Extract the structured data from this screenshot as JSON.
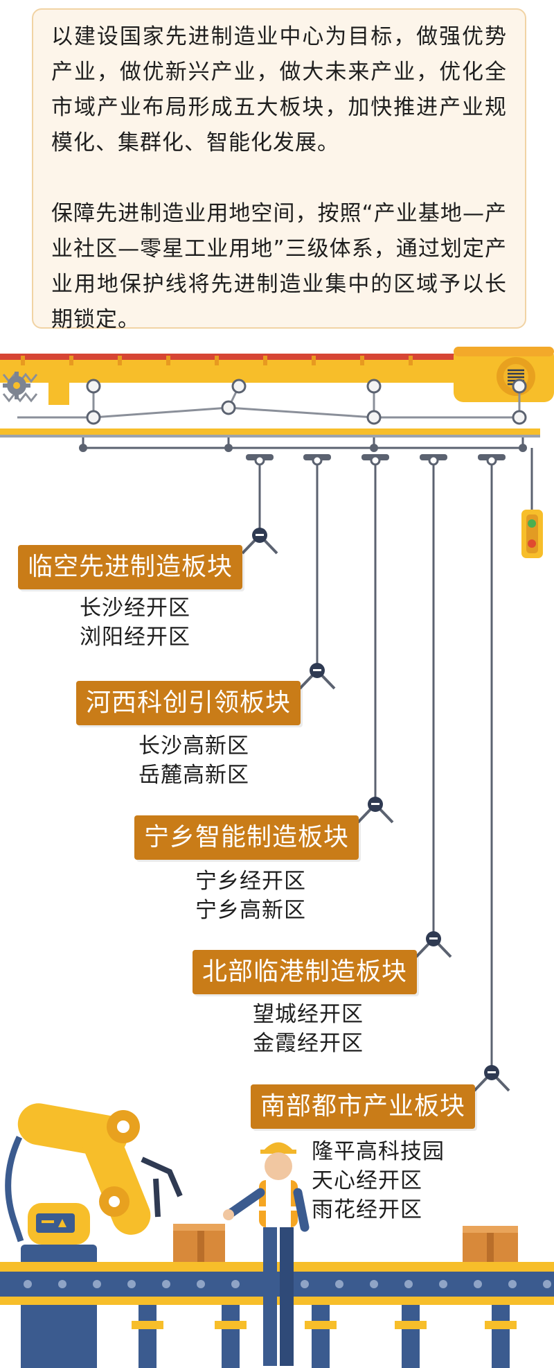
{
  "intro": {
    "paragraph_1": "以建设国家先进制造业中心为目标，做强优势产业，做优新兴产业，做大未来产业，优化全市域产业布局形成五大板块，加快推进产业规模化、集群化、智能化发展。",
    "paragraph_2": "保障先进制造业用地空间，按照“产业基地—产业社区—零星工业用地”三级体系，通过划定产业用地保护线将先进制造业集中的区域予以长期锁定。"
  },
  "sectors": [
    {
      "title": "临空先进制造板块",
      "zones": [
        "长沙经开区",
        "浏阳经开区"
      ]
    },
    {
      "title": "河西科创引领板块",
      "zones": [
        "长沙高新区",
        "岳麓高新区"
      ]
    },
    {
      "title": "宁乡智能制造板块",
      "zones": [
        "宁乡经开区",
        "宁乡高新区"
      ]
    },
    {
      "title": "北部临港制造板块",
      "zones": [
        "望城经开区",
        "金霞经开区"
      ]
    },
    {
      "title": "南部都市产业板块",
      "zones": [
        "隆平高科技园",
        "天心经开区",
        "雨花经开区"
      ]
    }
  ],
  "colors": {
    "accent_orange": "#c97c18",
    "machine_yellow": "#f7be2a",
    "rail_red": "#d64534",
    "conveyor_blue": "#3b5b8f"
  },
  "icons": [
    "gear-icon",
    "traffic-light-icon",
    "robot-arm-icon",
    "worker-icon",
    "box-icon",
    "conveyor-belt-icon"
  ]
}
